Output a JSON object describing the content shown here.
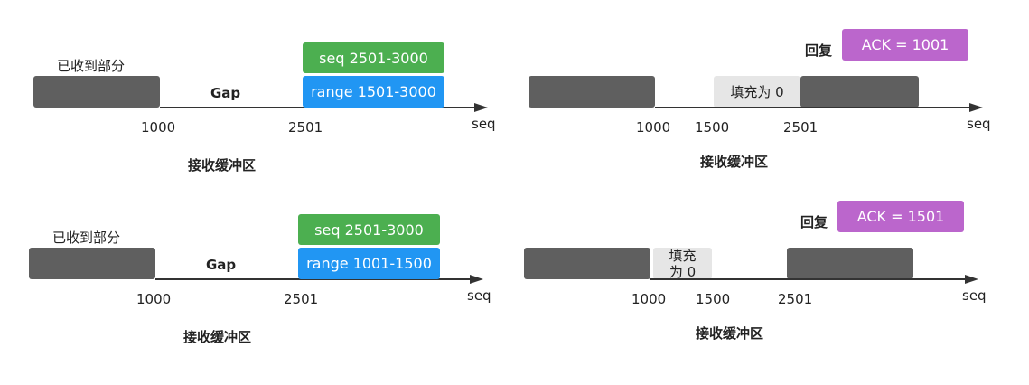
{
  "panels": [
    {
      "received_label": "已收到部分",
      "gap_label": "Gap",
      "seq_tag": "seq 2501-3000",
      "range_tag": "range 1501-3000",
      "tick_1000": "1000",
      "tick_2501": "2501",
      "axis_label": "seq",
      "caption": "接收缓冲区"
    },
    {
      "reply_label": "回复",
      "ack_label": "ACK = 1001",
      "fill_label": "填充为 0",
      "tick_1000": "1000",
      "tick_1500": "1500",
      "tick_2501": "2501",
      "axis_label": "seq",
      "caption": "接收缓冲区"
    },
    {
      "received_label": "已收到部分",
      "gap_label": "Gap",
      "seq_tag": "seq 2501-3000",
      "range_tag": "range 1001-1500",
      "tick_1000": "1000",
      "tick_2501": "2501",
      "axis_label": "seq",
      "caption": "接收缓冲区"
    },
    {
      "reply_label": "回复",
      "ack_label": "ACK = 1501",
      "fill_label_line1": "填充",
      "fill_label_line2": "为 0",
      "tick_1000": "1000",
      "tick_1500": "1500",
      "tick_2501": "2501",
      "axis_label": "seq",
      "caption": "接收缓冲区"
    }
  ],
  "colors": {
    "received_block": "#5f5f5f",
    "seq_tag": "#4caf50",
    "range_tag": "#2196f3",
    "ack_tag": "#bb66cc",
    "fill_block": "#e6e6e6"
  }
}
